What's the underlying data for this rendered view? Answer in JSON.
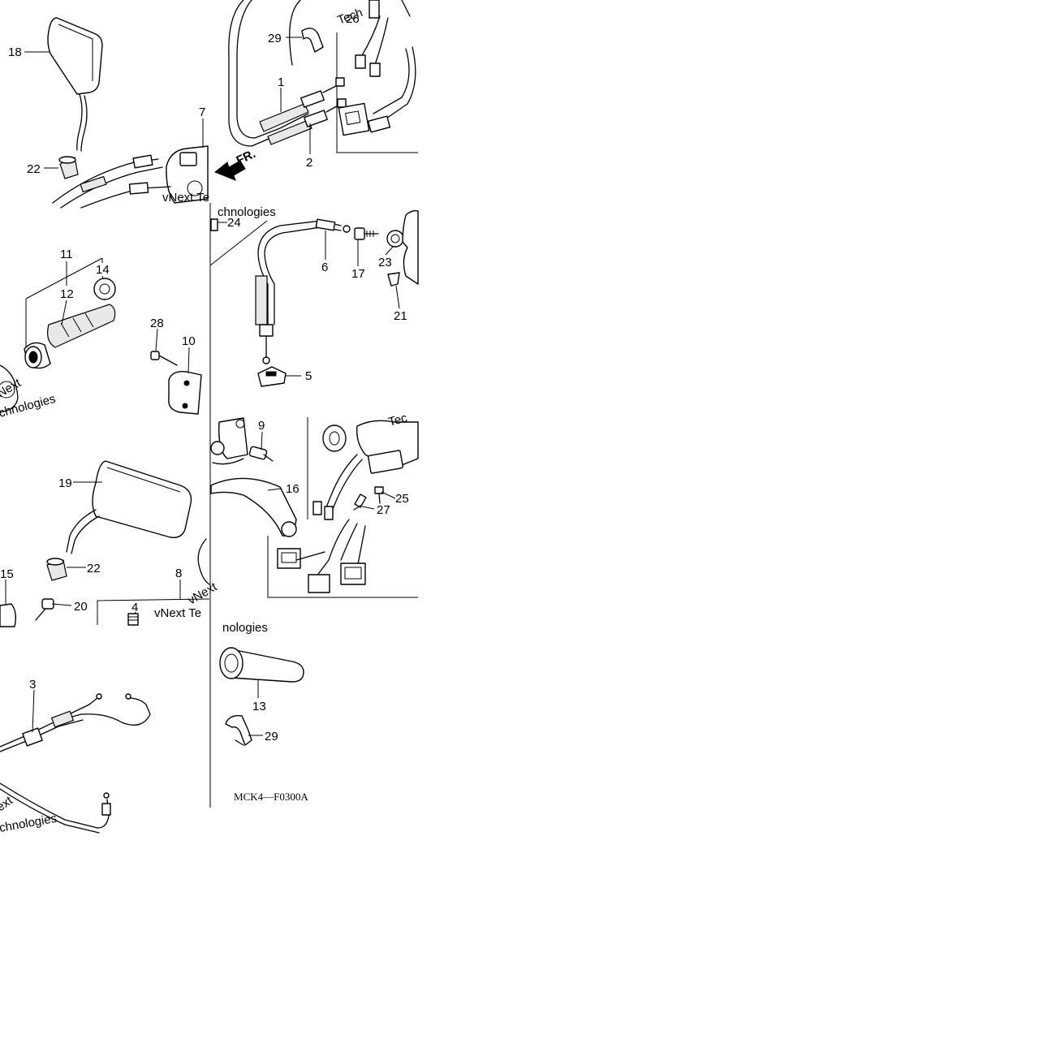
{
  "diagram_code": "MCK4—F0300A",
  "direction_label": "FR.",
  "watermark_fragments": [
    "Tech",
    "vNext Te",
    "chnologies",
    "Next",
    "chnologies",
    "vNext Te",
    "vNext",
    "nologies",
    "chnologies",
    "ext",
    "Tec"
  ],
  "callouts": {
    "p1": "1",
    "p2": "2",
    "p3": "3",
    "p4": "4",
    "p5": "5",
    "p6": "6",
    "p7": "7",
    "p8": "8",
    "p9": "9",
    "p10": "10",
    "p11": "11",
    "p12": "12",
    "p13": "13",
    "p14": "14",
    "p15": "15",
    "p16": "16",
    "p17": "17",
    "p18": "18",
    "p19": "19",
    "p20": "20",
    "p21": "21",
    "p22a": "22",
    "p22b": "22",
    "p23": "23",
    "p24": "24",
    "p25": "25",
    "p26": "26",
    "p27": "27",
    "p28": "28",
    "p29a": "29",
    "p29b": "29"
  }
}
